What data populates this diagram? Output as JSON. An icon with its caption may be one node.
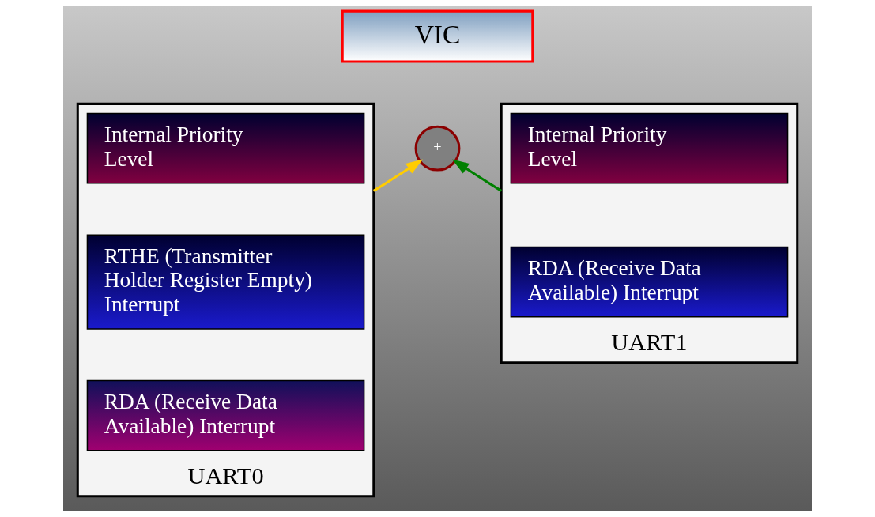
{
  "diagram": {
    "nodes": [
      {
        "text": [
          "VIC"
        ]
      },
      {
        "text": [
          "+"
        ]
      },
      {
        "text": [
          "UART0"
        ]
      },
      {
        "text": [
          "Internal Priority Level"
        ],
        "in": 2
      },
      {
        "text": [
          "RTHE (Transmitter Holder Register Empty) Interrupt"
        ],
        "in": 2
      },
      {
        "text": [
          "RDA (Receive Data Available) Interrupt"
        ],
        "in": 2
      },
      {
        "text": [
          "UART1"
        ]
      },
      {
        "text": [
          "Internal Priority Level"
        ],
        "in": 6
      },
      {
        "text": [
          "RDA (Receive Data Available) Interrupt"
        ],
        "in": 6
      }
    ],
    "edges": [
      {
        "from": 2,
        "to": 1,
        "arrow": "to",
        "color": "#ffcc00"
      },
      {
        "from": 6,
        "to": 1,
        "arrow": "to",
        "color": "#008000"
      }
    ]
  }
}
